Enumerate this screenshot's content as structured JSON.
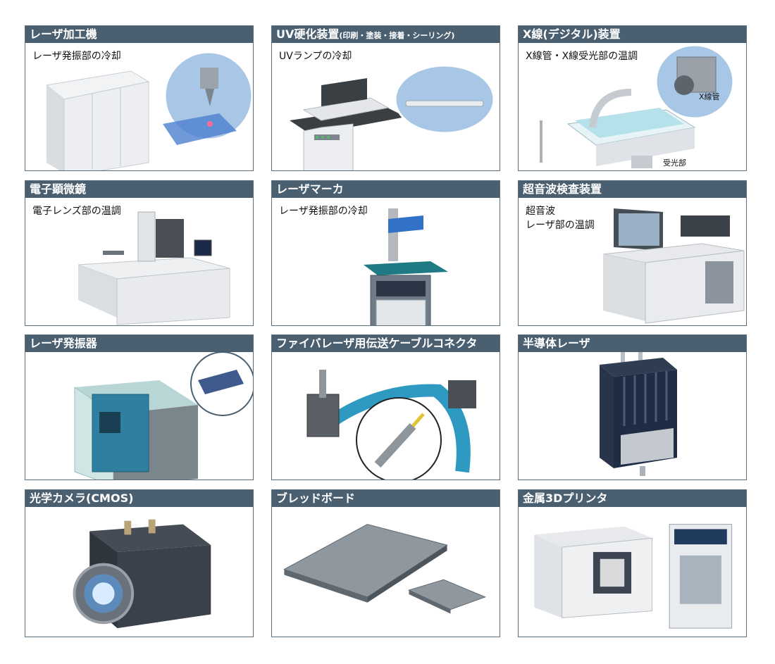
{
  "cards": [
    {
      "title": "レーザ加工機",
      "subtitle": "",
      "desc": "レーザ発振部の冷却"
    },
    {
      "title": "UV硬化装置",
      "subtitle": "(印刷・塗装・接着・シーリング)",
      "desc": "UVランプの冷却"
    },
    {
      "title": "X線(デジタル)装置",
      "subtitle": "",
      "desc": "X線管・X線受光部の温調",
      "callout1": "X線管",
      "callout2": "受光部"
    },
    {
      "title": "電子顕微鏡",
      "subtitle": "",
      "desc": "電子レンズ部の温調"
    },
    {
      "title": "レーザマーカ",
      "subtitle": "",
      "desc": "レーザ発振部の冷却"
    },
    {
      "title": "超音波検査装置",
      "subtitle": "",
      "desc": "超音波\nレーザ部の温調"
    },
    {
      "title": "レーザ発振器",
      "subtitle": "",
      "desc": ""
    },
    {
      "title": "ファイバレーザ用伝送ケーブルコネクタ",
      "subtitle": "",
      "desc": ""
    },
    {
      "title": "半導体レーザ",
      "subtitle": "",
      "desc": ""
    },
    {
      "title": "光学カメラ(CMOS)",
      "subtitle": "",
      "desc": ""
    },
    {
      "title": "ブレッドボード",
      "subtitle": "",
      "desc": ""
    },
    {
      "title": "金属3Dプリンタ",
      "subtitle": "",
      "desc": ""
    }
  ],
  "colors": {
    "header": "#4a5f70",
    "machine_light": "#e8eaee",
    "machine_dark": "#8a949c",
    "accent_blue": "#2a7fb8",
    "callout_fill": "#a8c6e6"
  }
}
